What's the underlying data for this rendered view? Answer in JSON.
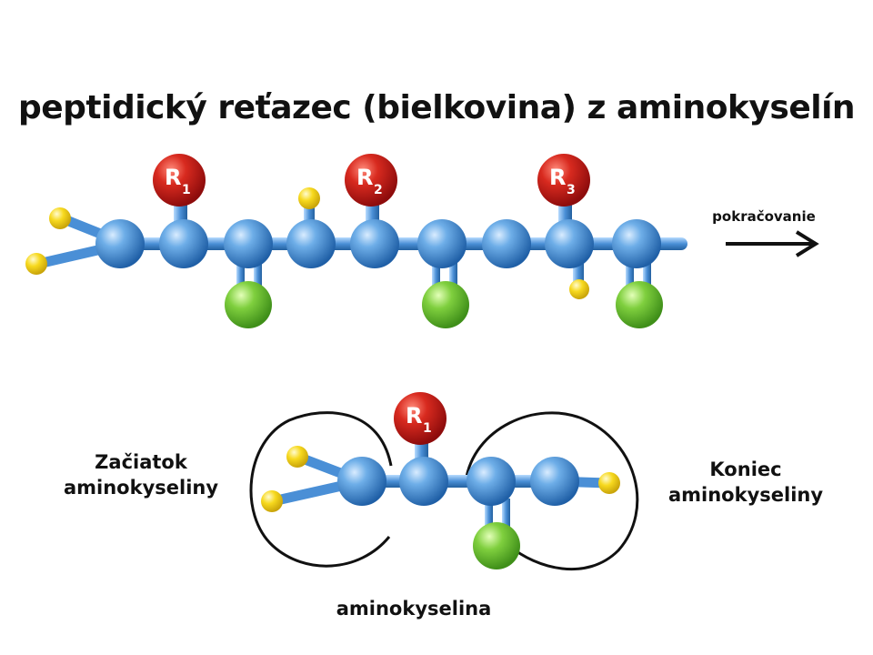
{
  "title": "peptidický reťazec  (bielkovina) z aminokyselín",
  "continuation_label": "pokračovanie",
  "start_label": [
    "Začiatok",
    "aminokyseliny"
  ],
  "end_label": [
    "Koniec",
    "aminokyseliny"
  ],
  "bottom_label": "aminokyselina",
  "residues": {
    "r1": {
      "letter": "R",
      "index": "1"
    },
    "r2": {
      "letter": "R",
      "index": "2"
    },
    "r3": {
      "letter": "R",
      "index": "3"
    },
    "single": {
      "letter": "R",
      "index": "1"
    }
  },
  "colors": {
    "backbone_atom": "#4a8fd6",
    "side_group_R": "#cc1b1b",
    "oxygen_atom": "#6cc23a",
    "hydrogen_atom": "#f2d41a",
    "bond": "#4a8fd6",
    "arrow": "#111111"
  }
}
